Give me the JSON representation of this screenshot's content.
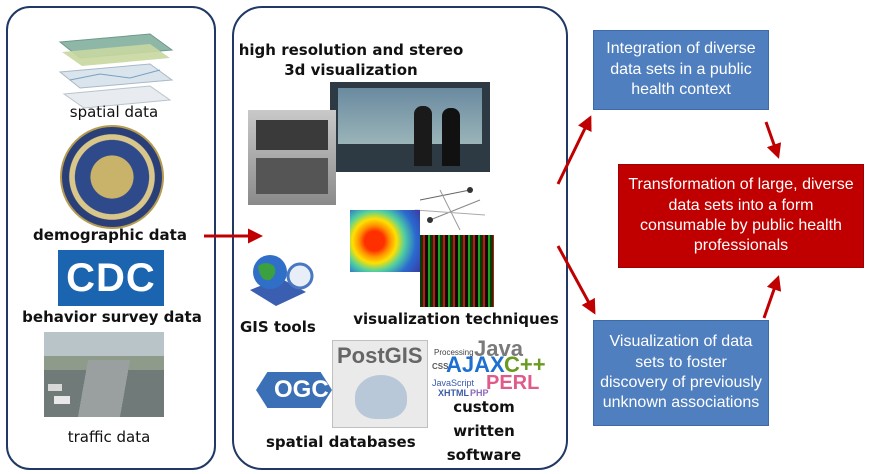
{
  "left_panel": {
    "labels": {
      "spatial": "spatial data",
      "demographic": "demographic data",
      "behavior": "behavior survey data",
      "traffic": "traffic data"
    },
    "cdc_logo_text": "CDC"
  },
  "middle_panel": {
    "title": "high resolution and stereo 3d visualization",
    "gis_tools": "GIS tools",
    "visualization_techniques": "visualization techniques",
    "spatial_databases": "spatial databases",
    "custom_software": [
      "custom",
      "written",
      "software"
    ],
    "logos": {
      "postgis": "PostGIS",
      "ogc": "OGC",
      "java": "Java",
      "ajax": "AJAX",
      "cpp": "C++",
      "perl": "PERL",
      "processing": "Processing",
      "css": "CSS",
      "javascript": "JavaScript",
      "xhtml": "XHTML",
      "php": "PHP"
    }
  },
  "right_boxes": {
    "integration": "Integration of diverse data sets in a public health context",
    "transformation": "Transformation of large, diverse data sets into a form consumable by public health professionals",
    "visualization": "Visualization of data sets to foster discovery of previously unknown associations"
  },
  "colors": {
    "panel_border": "#1f3864",
    "box_blue": "#4f7fbf",
    "box_red": "#c00000",
    "arrow_red": "#c00000"
  }
}
